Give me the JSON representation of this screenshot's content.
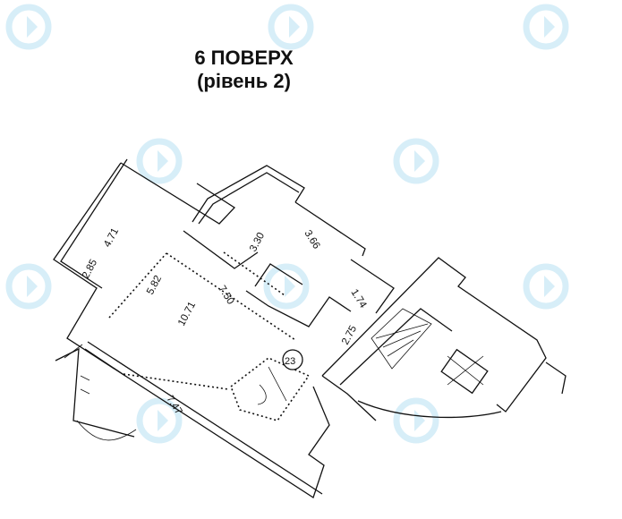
{
  "plan": {
    "title": "6 ПОВЕРХ",
    "subtitle": "(рівень 2)",
    "unit_number": "23",
    "rooms": [
      {
        "area": "4.71"
      },
      {
        "area": "2.85"
      },
      {
        "area": "5.82"
      },
      {
        "area": "7.50"
      },
      {
        "area": "10.71"
      },
      {
        "area": "3.30"
      },
      {
        "area": "3.66"
      },
      {
        "area": "1.74"
      },
      {
        "area": "2.75"
      },
      {
        "area": "7.47"
      }
    ]
  },
  "colors": {
    "line": "#111111",
    "watermark": "#d7eef8"
  },
  "icons": {
    "watermark": "refresh-logo-icon"
  }
}
